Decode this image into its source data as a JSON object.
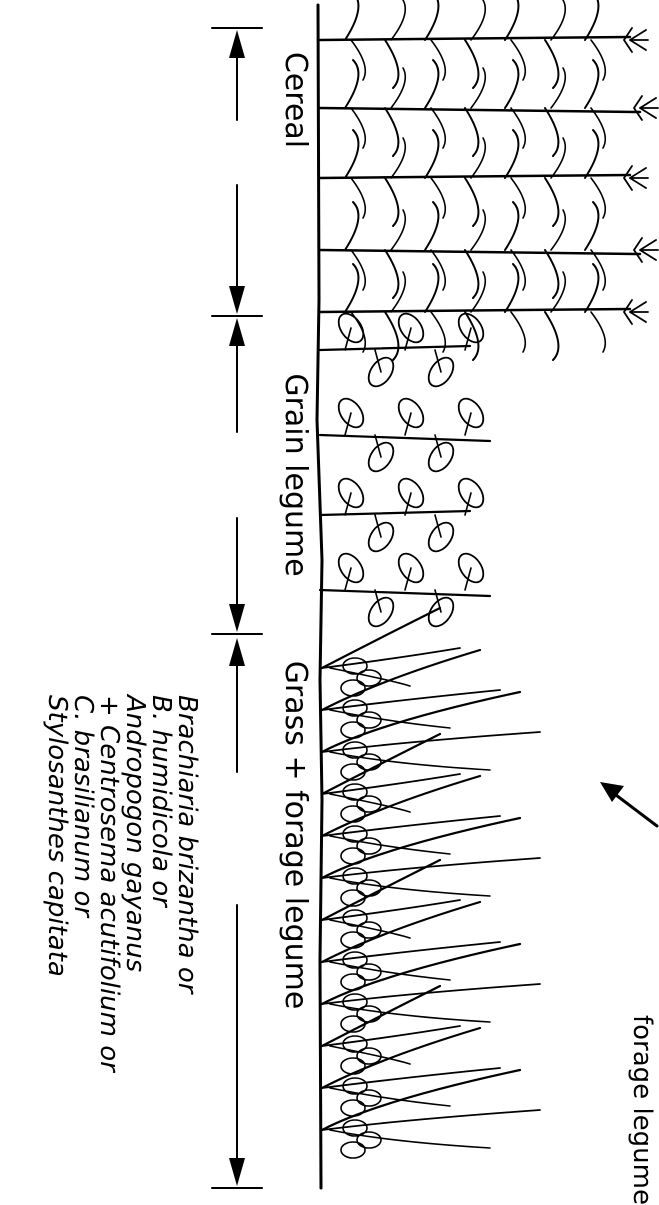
{
  "sections": {
    "cereal": "Cereal",
    "grain_legume": "Grain legume",
    "grass_forage": "Grass + forage legume"
  },
  "callout": {
    "forage_legume": "forage legume"
  },
  "species": [
    "Brachiaria brizantha or",
    "B. humidicola or",
    "Andropogon gayanus",
    "+ Centrosema acutifolium or",
    "C. brasilianum or",
    "Stylosanthes capitata"
  ]
}
